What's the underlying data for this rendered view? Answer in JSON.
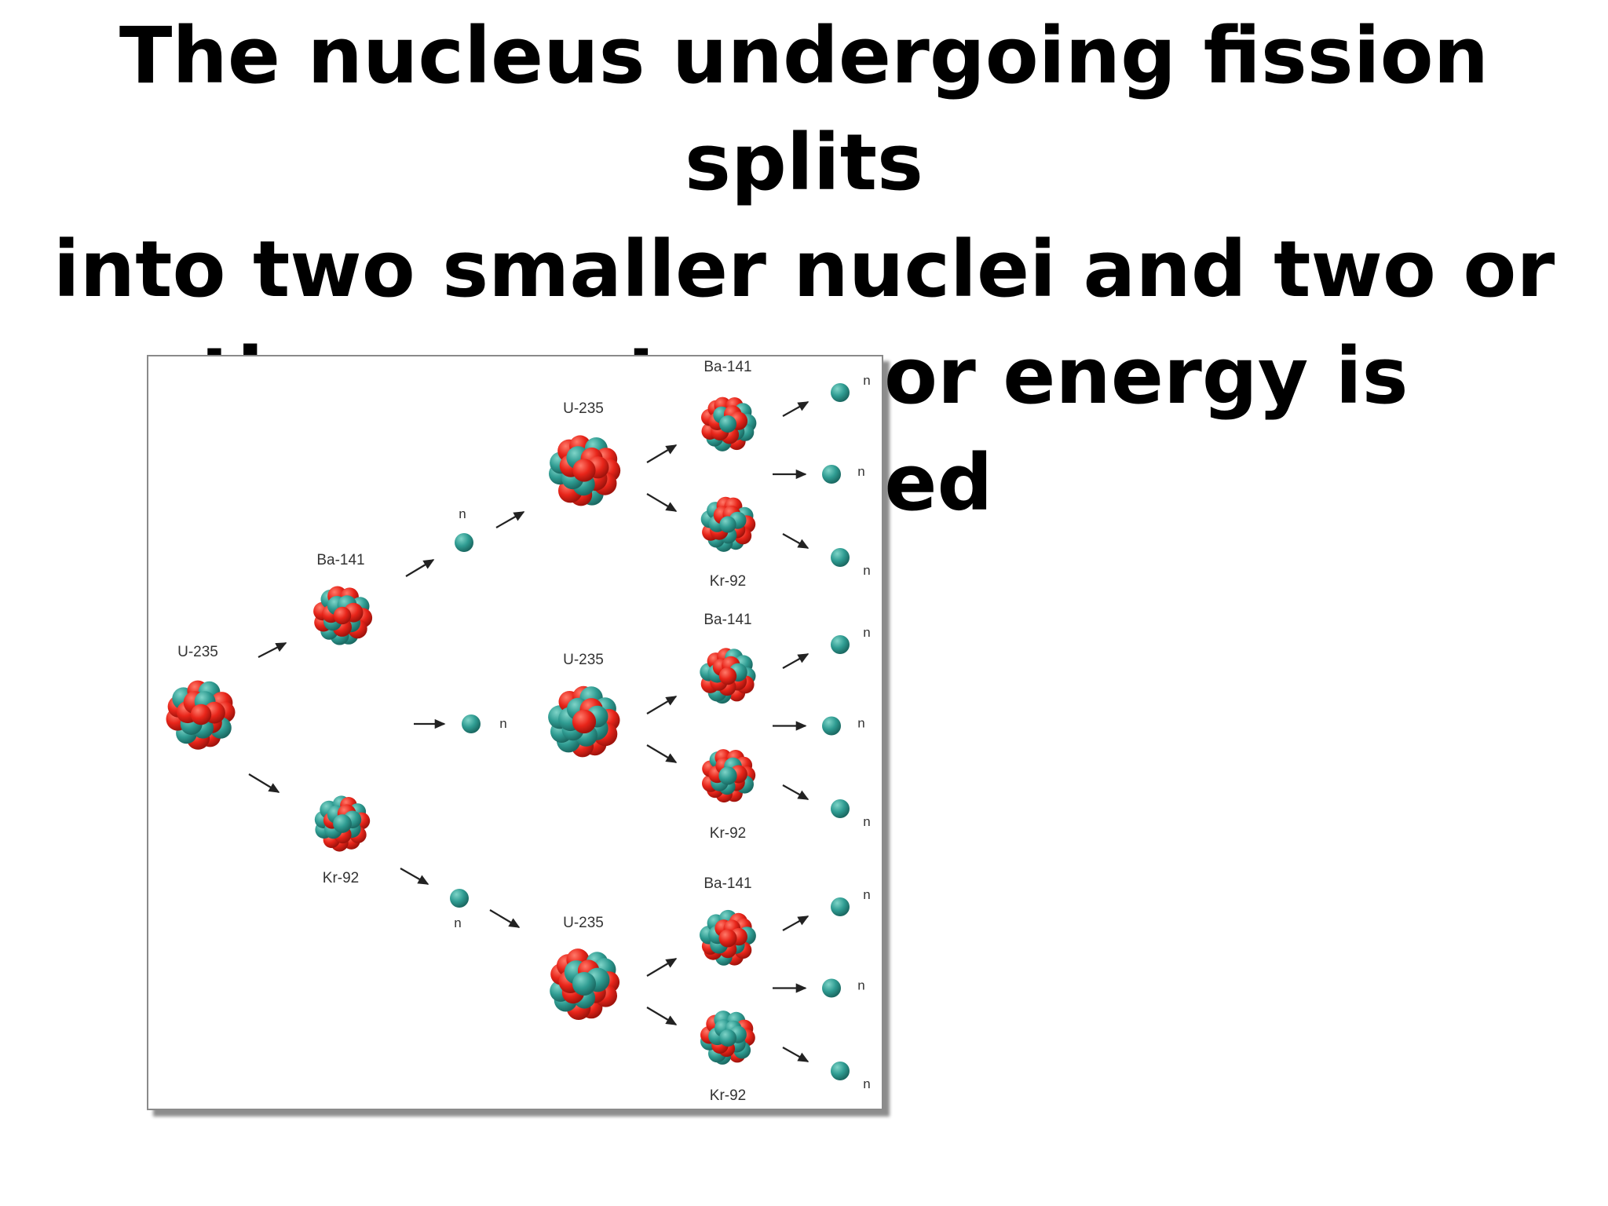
{
  "title": {
    "line1": "The nucleus undergoing fission splits",
    "line2": "into two smaller nuclei and two or",
    "line3": "three neutrons or energy is released"
  },
  "diagram": {
    "colors": {
      "proton": "#e8251a",
      "neutron": "#2f9c92",
      "neutron_ball": "#2aa596",
      "text": "#333333"
    },
    "labels": {
      "u235": "U-235",
      "ba141": "Ba-141",
      "kr92": "Kr-92",
      "neutron": "n"
    }
  }
}
